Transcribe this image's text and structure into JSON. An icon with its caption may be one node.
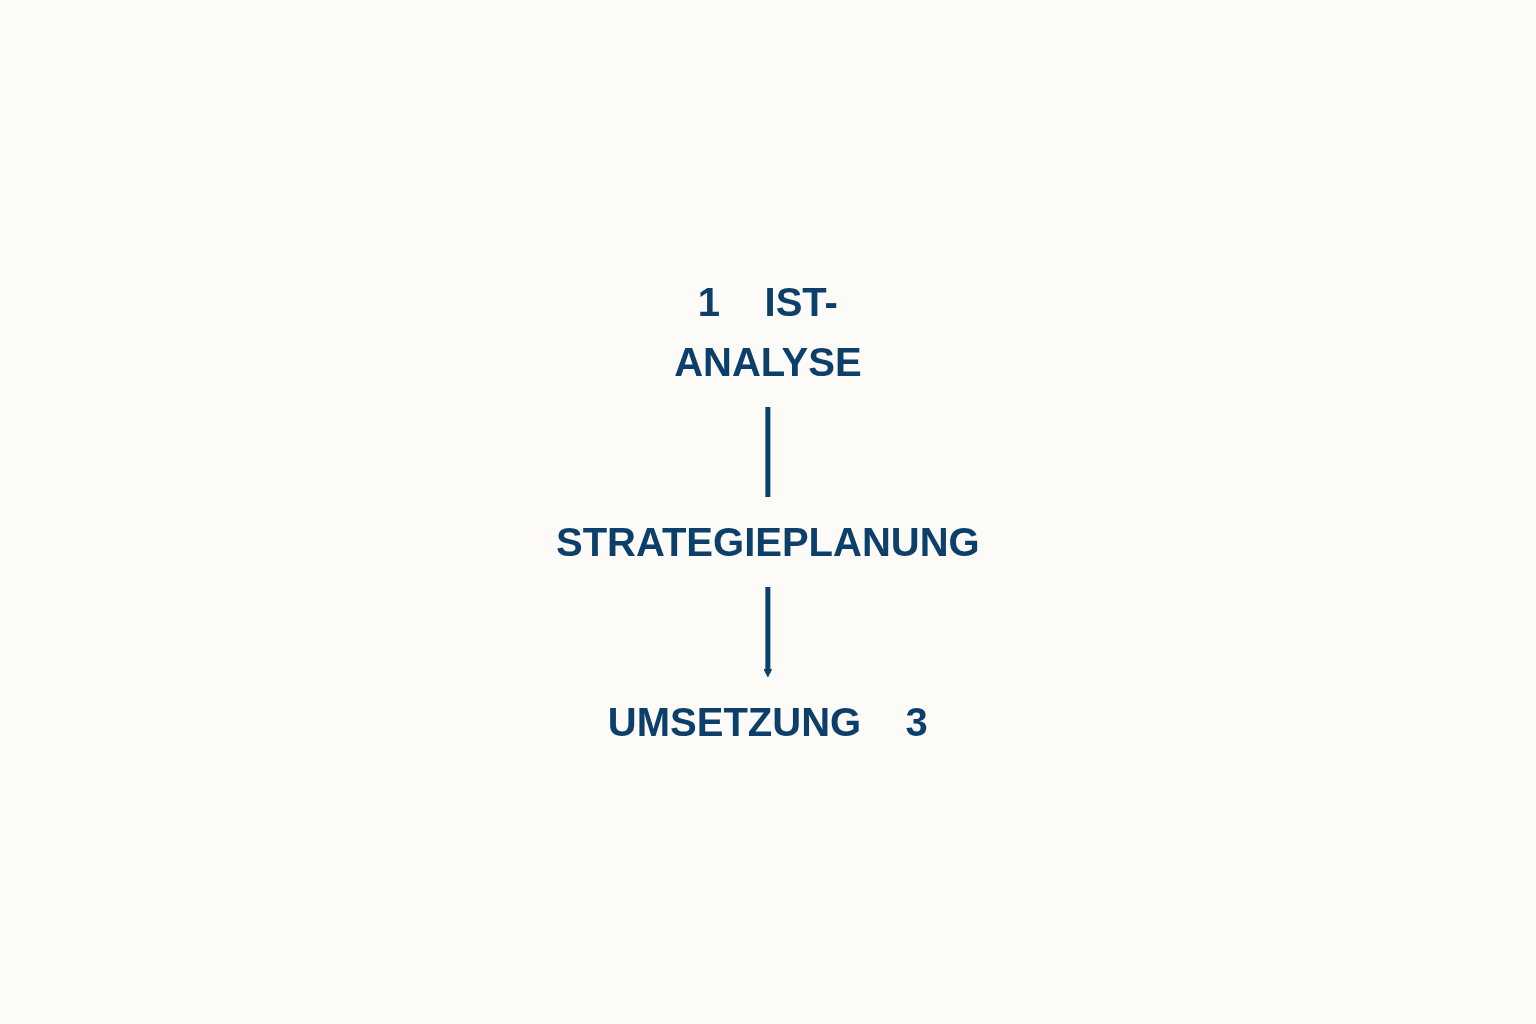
{
  "diagram": {
    "nodes": [
      {
        "text": [
          "IST-ANALYSE"
        ],
        "beside": [
          "1"
        ]
      },
      {
        "text": [
          "STRATEGIEPLANUNG"
        ]
      },
      {
        "text": [
          "UMSETZUNG"
        ],
        "beside": [
          "3"
        ]
      }
    ],
    "edges": [
      {
        "from": 0,
        "to": 1,
        "arrow": "none"
      },
      {
        "from": 1,
        "to": 2,
        "arrow": "to"
      }
    ]
  }
}
